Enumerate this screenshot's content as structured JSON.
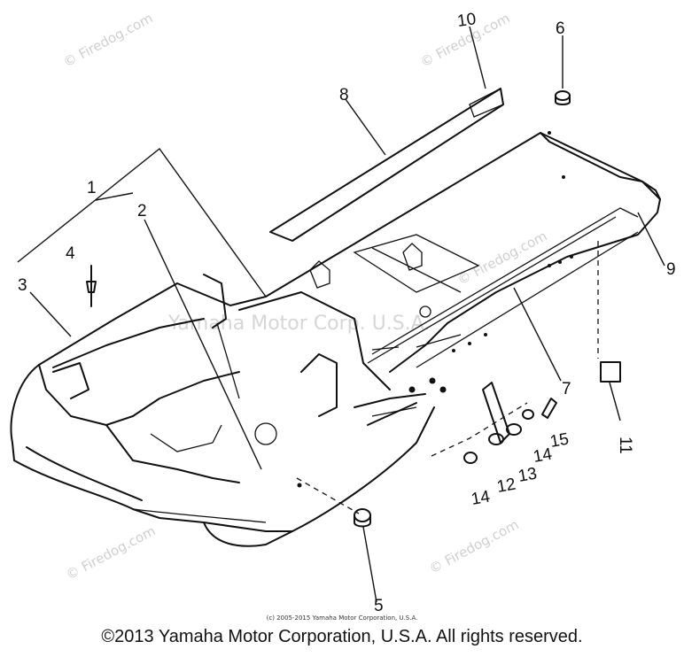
{
  "watermarks": {
    "site": "© Firedog.com",
    "center": "Yamaha Motor Corp. U.S.A."
  },
  "callouts": [
    "1",
    "2",
    "3",
    "4",
    "5",
    "6",
    "7",
    "8",
    "9",
    "10",
    "11",
    "12",
    "13",
    "14",
    "14",
    "15"
  ],
  "source_line": "(c) 2005-2015 Yamaha Motor Corporation, U.S.A.",
  "copyright": "©2013 Yamaha Motor Corporation, U.S.A. All rights reserved.",
  "colors": {
    "ink": "#111111",
    "watermark": "#cfcfcf",
    "background": "#ffffff"
  }
}
